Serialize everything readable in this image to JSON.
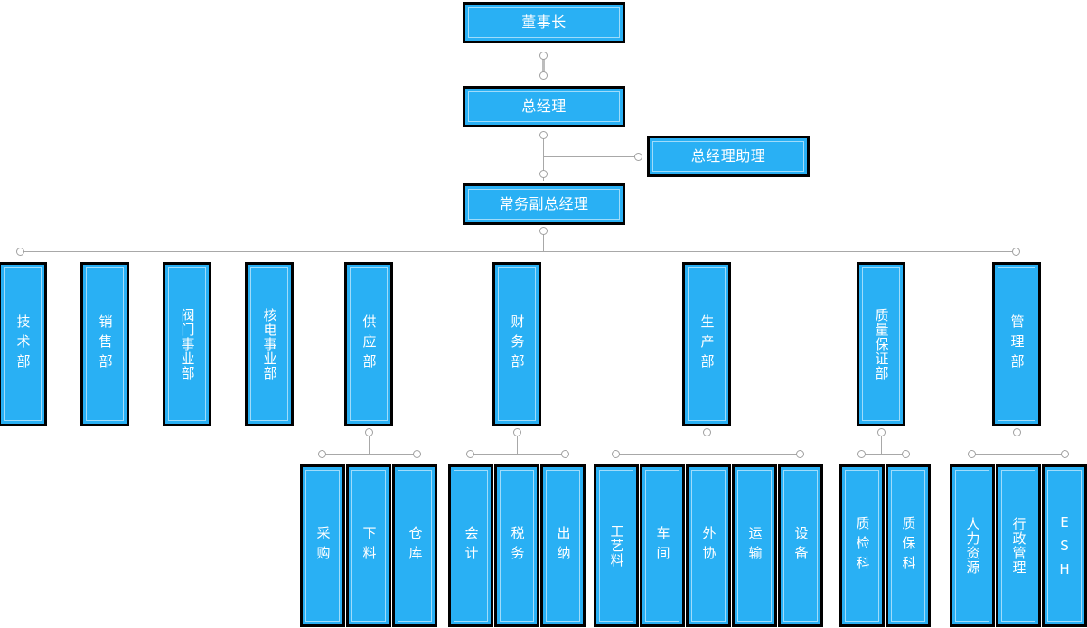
{
  "diagram": {
    "type": "organizational-chart",
    "title": "",
    "colors": {
      "node_fill": "#29b0f4",
      "node_border": "#000000",
      "node_inner_stroke": "#9fdcfb",
      "connector": "#a8a8a8",
      "dot_fill": "#ffffff",
      "label_text": "#ffffff",
      "background": "#ffffff"
    },
    "executive": {
      "chairman": "董事长",
      "general_manager": "总经理",
      "assistant_general_manager": "总经理助理",
      "executive_deputy_general_manager": "常务副总经理"
    },
    "departments": [
      {
        "name": "技术部",
        "children": []
      },
      {
        "name": "销售部",
        "children": []
      },
      {
        "name": "阀门事业部",
        "children": []
      },
      {
        "name": "核电事业部",
        "children": []
      },
      {
        "name": "供应部",
        "children": [
          "采购",
          "下料",
          "仓库"
        ]
      },
      {
        "name": "财务部",
        "children": [
          "会计",
          "税务",
          "出纳"
        ]
      },
      {
        "name": "生产部",
        "children": [
          "工艺料",
          "车间",
          "外协",
          "运输",
          "设备"
        ]
      },
      {
        "name": "质量保证部",
        "children": [
          "质检科",
          "质保科"
        ]
      },
      {
        "name": "管理部",
        "children": [
          "人力资源",
          "行政管理",
          "ESH"
        ]
      }
    ]
  }
}
